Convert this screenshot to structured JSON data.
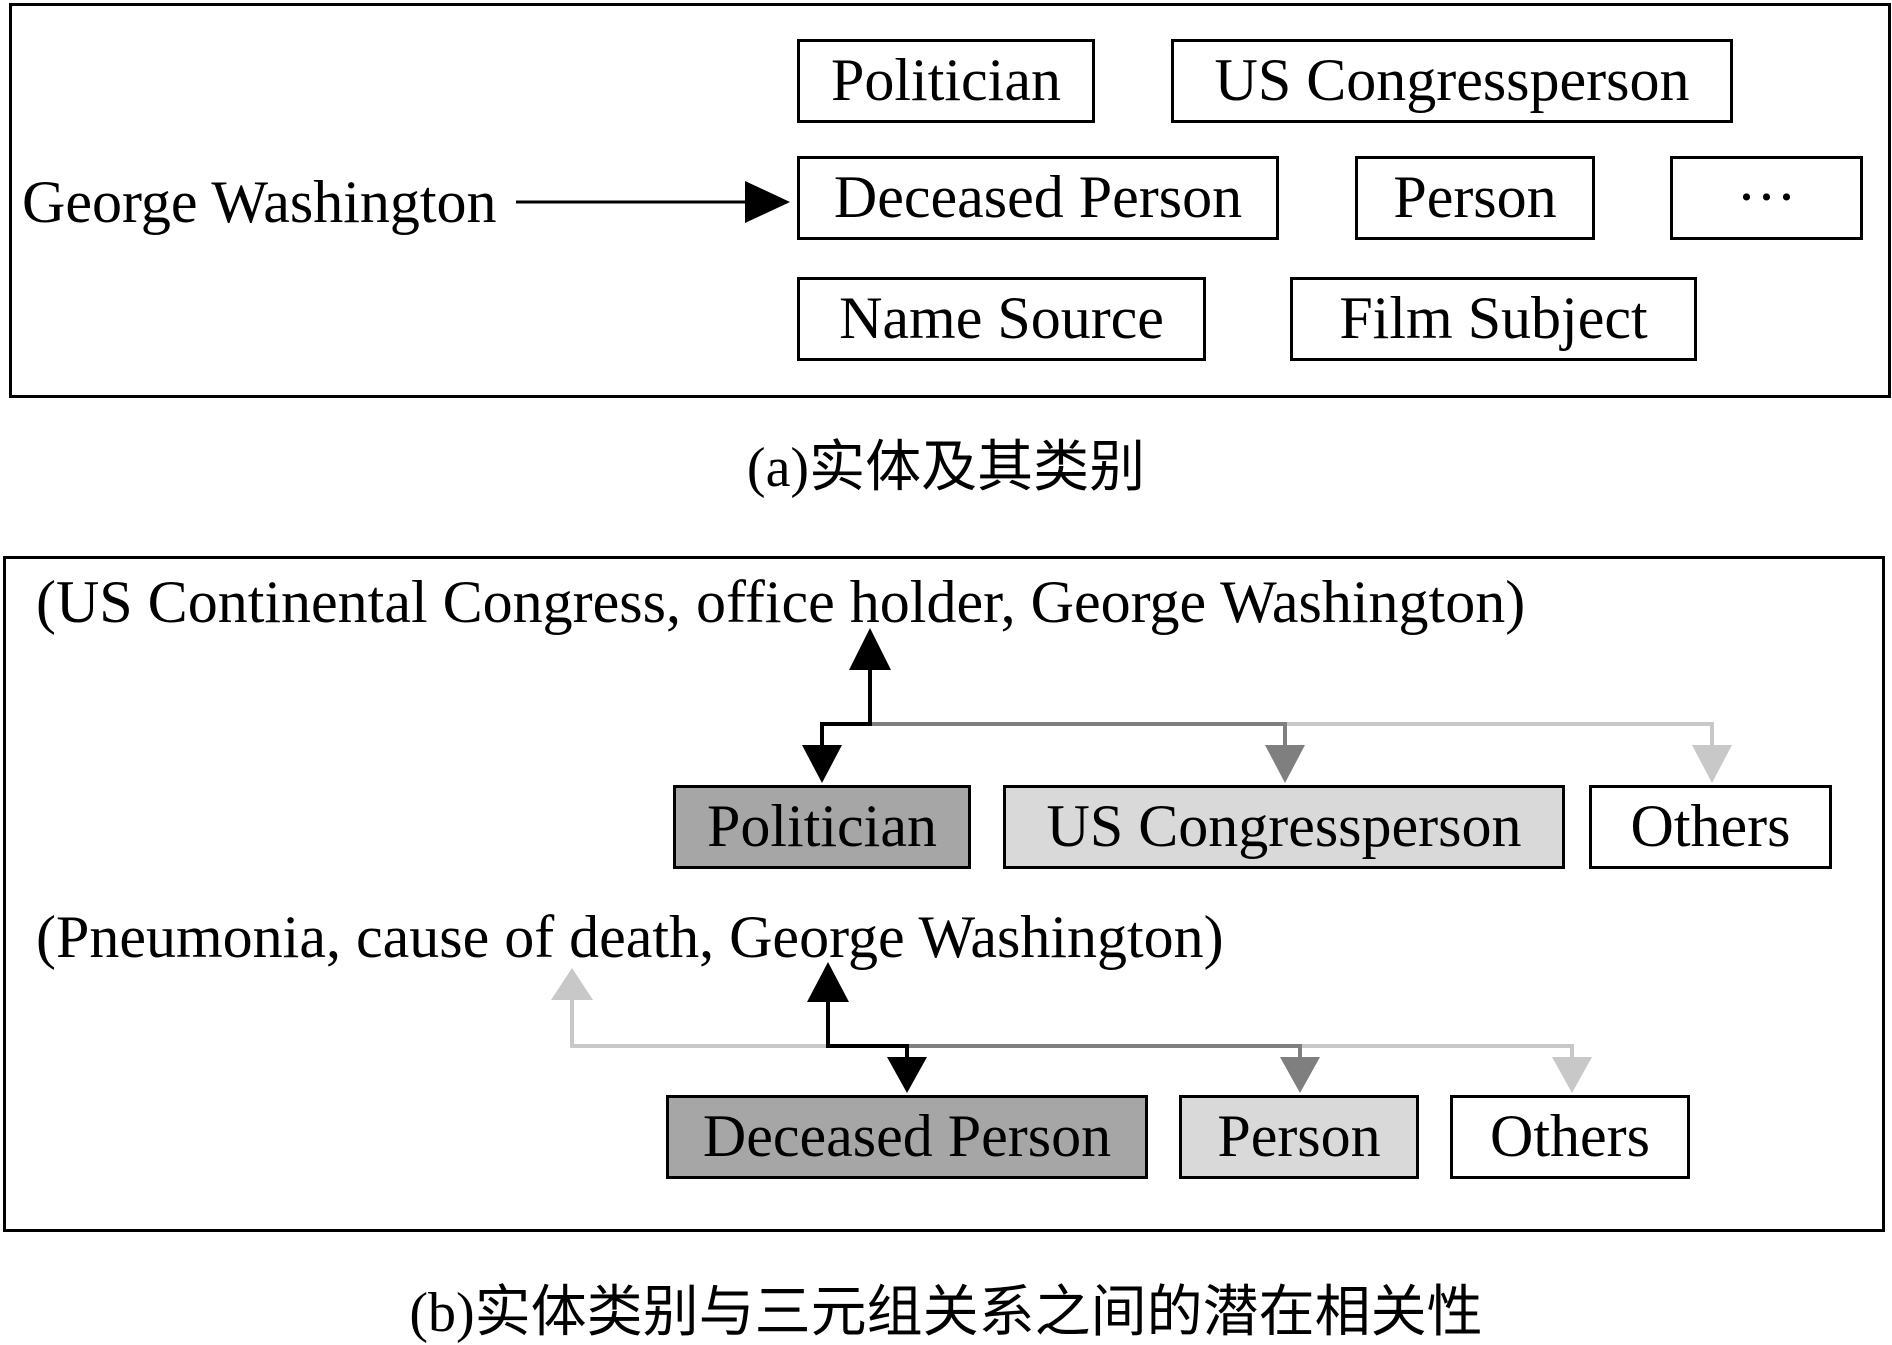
{
  "panel_a": {
    "entity": "George Washington",
    "types": [
      "Politician",
      "US Congressperson",
      "Deceased Person",
      "Person",
      "···",
      "Name Source",
      "Film Subject"
    ],
    "caption": "(a)实体及其类别"
  },
  "panel_b": {
    "triple_1": "(US Continental Congress, office holder, George Washington)",
    "triple_1_types": [
      "Politician",
      "US Congressperson",
      "Others"
    ],
    "triple_2": "(Pneumonia, cause of death, George Washington)",
    "triple_2_types": [
      "Deceased Person",
      "Person",
      "Others"
    ],
    "caption": "(b)实体类别与三元组关系之间的潜在相关性"
  },
  "colors": {
    "strong": "#000000",
    "medium": "#7f7f7f",
    "weak": "#c8c8c8",
    "box_dark_fill": "#a6a6a6",
    "box_light_fill": "#d9d9d9"
  }
}
